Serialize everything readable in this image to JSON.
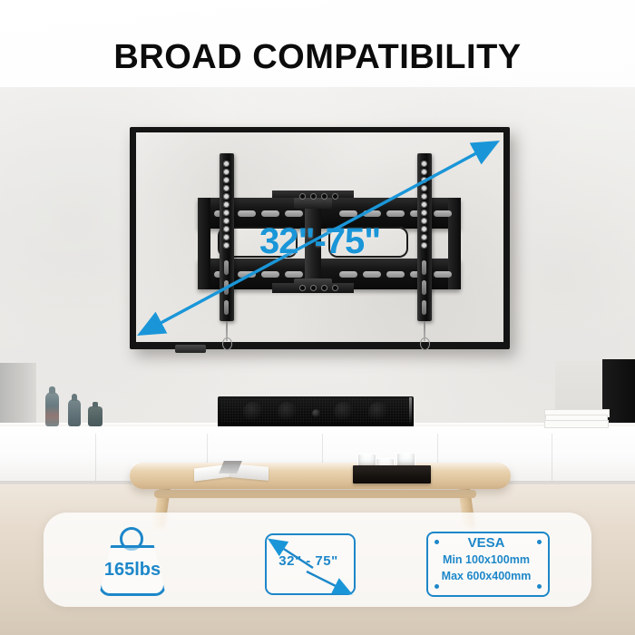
{
  "page": {
    "title": "BROAD COMPATIBILITY",
    "accent_color": "#1d87c9",
    "overlay_blue": "#1a96d8",
    "title_color": "#0c0c0c"
  },
  "tv": {
    "size_overlay": "32\"-75\"",
    "diagonal_arrow_label": "diagonal measurement arrow"
  },
  "features": [
    {
      "id": "weight-capacity",
      "icon": "weight-icon",
      "label": "165lbs"
    },
    {
      "id": "screen-size-range",
      "icon": "tv-screen-diagonal-icon",
      "label": "32\"  -  75\""
    },
    {
      "id": "vesa-pattern",
      "icon": "vesa-plate-icon",
      "title": "VESA",
      "min": "Min 100x100mm",
      "max": "Max 600x400mm"
    }
  ],
  "scene": {
    "wall": "concrete-wall",
    "console": "white-media-console",
    "soundbar": "black-soundbar",
    "table": "wood-coffee-table",
    "vases": "glass-vases",
    "books": "white-book-stack",
    "tray": "dark-tray-with-glasses",
    "magazine": "open-magazine"
  }
}
